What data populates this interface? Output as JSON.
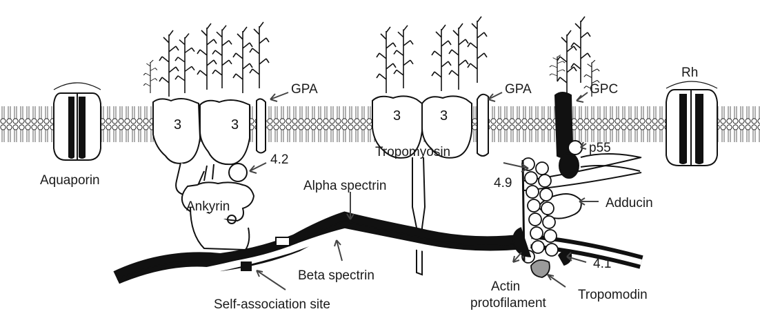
{
  "labels": {
    "aquaporin": "Aquaporin",
    "gpa_left": "GPA",
    "gpa_right": "GPA",
    "gpc": "GPC",
    "rh": "Rh",
    "p55": "p55",
    "tropomyosin": "Tropomyosin",
    "band_4_2": "4.2",
    "band_4_9": "4.9",
    "band_4_1": "4.1",
    "ankyrin": "Ankyrin",
    "alpha_spectrin": "Alpha spectrin",
    "adducin": "Adducin",
    "beta_spectrin": "Beta spectrin",
    "self_association_site": "Self-association site",
    "actin_line1": "Actin",
    "actin_line2": "protofilament",
    "tropomodin": "Tropomodin",
    "band3_a": "3",
    "band3_b": "3",
    "band3_c": "3",
    "band3_d": "3"
  },
  "colors": {
    "ink": "#111111",
    "paper": "#ffffff",
    "tropomodin_fill": "#9a9a9a"
  }
}
